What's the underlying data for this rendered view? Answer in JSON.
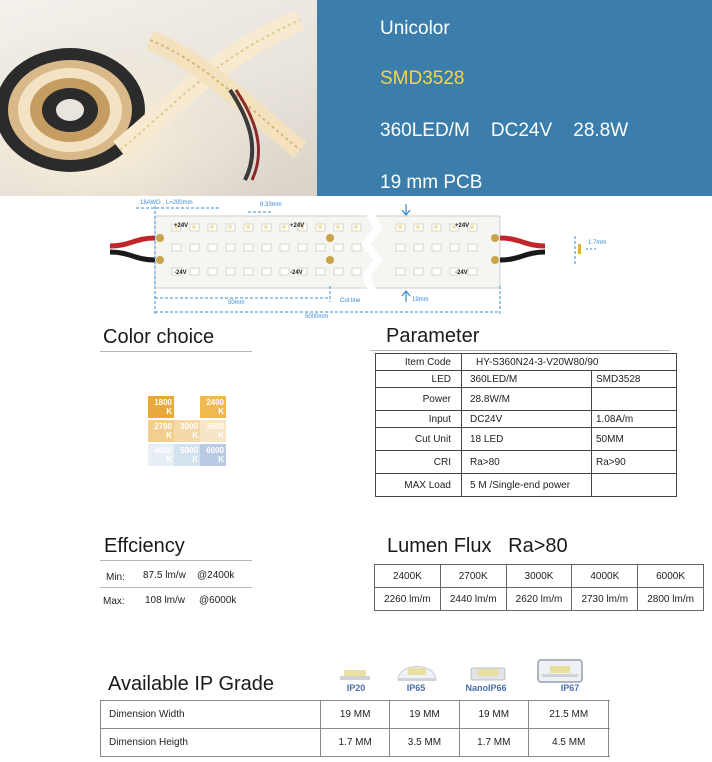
{
  "banner": {
    "line1": "Unicolor",
    "line2": "SMD3528",
    "line3": "360LED/M    DC24V    28.8W",
    "line4": "19 mm PCB"
  },
  "diagram": {
    "wire_label": "18AWG , L=200mm",
    "pitch_label": "8.33mm",
    "plus_label": "+24V",
    "minus_label": "-24V",
    "segment_label": "50mm",
    "cut_label": "Cut line",
    "width_label": "19mm",
    "total_label": "5000mm",
    "thickness_label": "1.7mm"
  },
  "color_choice": {
    "title": "Color choice",
    "swatches": [
      {
        "value": "1800",
        "unit": "K",
        "color": "#e9a83a"
      },
      {
        "value": "2400",
        "unit": "K",
        "color": "#efb94d"
      },
      {
        "value": "2700",
        "unit": "K",
        "color": "#f2cf8f"
      },
      {
        "value": "3000",
        "unit": "K",
        "color": "#f5d9a8"
      },
      {
        "value": "3500",
        "unit": "K",
        "color": "#f8e5c6"
      },
      {
        "value": "4000",
        "unit": "K",
        "color": "#e7eef6"
      },
      {
        "value": "5000",
        "unit": "K",
        "color": "#d4e1ef"
      },
      {
        "value": "6000",
        "unit": "K",
        "color": "#b9cce3"
      }
    ]
  },
  "parameter": {
    "title": "Parameter",
    "item_code_label": "Item Code",
    "item_code_value": "HY-S360N24-3-V20W80/90",
    "rows": [
      {
        "key": "LED",
        "v1": "360LED/M",
        "v2": "SMD3528"
      },
      {
        "key": "Power",
        "v1": "28.8W/M",
        "v2": ""
      },
      {
        "key": "Input",
        "v1": "DC24V",
        "v2": "1.08A/m"
      },
      {
        "key": "Cut Unit",
        "v1": "18 LED",
        "v2": "50MM"
      },
      {
        "key": "CRI",
        "v1": "Ra>80",
        "v2": "Ra>90"
      },
      {
        "key": "MAX Load",
        "v1": "5 M /Single-end power",
        "v2": ""
      }
    ]
  },
  "efficiency": {
    "title": "Effciency",
    "min_label": "Min:",
    "min_value": "87.5 lm/w",
    "min_at": "@2400k",
    "max_label": "Max:",
    "max_value": "108 lm/w",
    "max_at": "@6000k"
  },
  "lumen": {
    "title": "Lumen Flux   Ra>80",
    "temps": [
      "2400K",
      "2700K",
      "3000K",
      "4000K",
      "6000K"
    ],
    "values": [
      "2260 lm/m",
      "2440 lm/m",
      "2620 lm/m",
      "2730 lm/m",
      "2800 lm/m"
    ]
  },
  "ip": {
    "title": "Available IP Grade",
    "grades": [
      "IP20",
      "IP65",
      "NanoIP66",
      "IP67"
    ],
    "width_label": "Dimension Width",
    "widths": [
      "19 MM",
      "19 MM",
      "19 MM",
      "21.5 MM"
    ],
    "height_label": "Dimension Heigth",
    "heights": [
      "1.7 MM",
      "3.5 MM",
      "1.7 MM",
      "4.5 MM"
    ]
  }
}
